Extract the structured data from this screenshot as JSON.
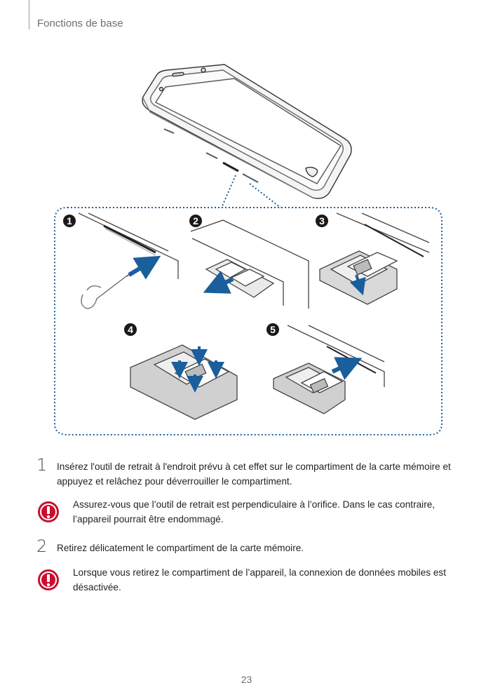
{
  "header": {
    "title": "Fonctions de base"
  },
  "illustration": {
    "badges": [
      "1",
      "2",
      "3",
      "4",
      "5"
    ],
    "accent_color": "#1a5e9c",
    "icon": "sim-tray-removal-illustration"
  },
  "steps": [
    {
      "number": "1",
      "text": "Insérez l'outil de retrait à l'endroit prévu à cet effet sur le compartiment de la carte mémoire et appuyez et relâchez pour déverrouiller le compartiment."
    },
    {
      "number": "2",
      "text": "Retirez délicatement le compartiment de la carte mémoire."
    }
  ],
  "cautions": [
    {
      "icon": "caution-icon",
      "color": "#c8102e",
      "text": "Assurez-vous que l’outil de retrait est perpendiculaire à l’orifice. Dans le cas contraire, l’appareil pourrait être endommagé."
    },
    {
      "icon": "caution-icon",
      "color": "#c8102e",
      "text": "Lorsque vous retirez le compartiment de l’appareil, la connexion de données mobiles est désactivée."
    }
  ],
  "footer": {
    "page_number": "23"
  }
}
